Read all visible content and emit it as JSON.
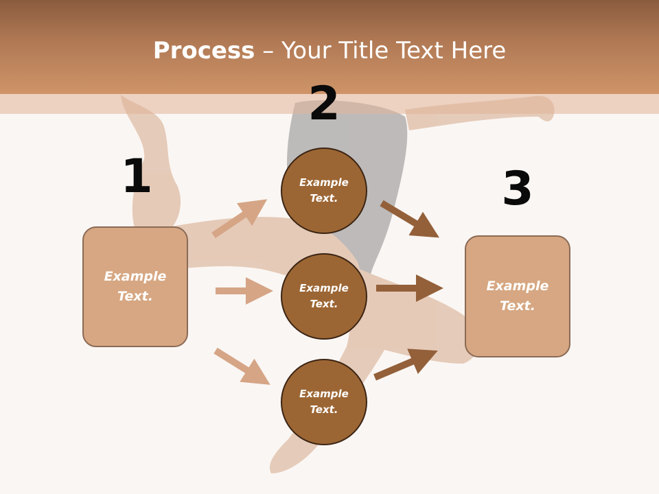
{
  "slide": {
    "title_bold": "Process",
    "title_rest": " – Your Title Text Here"
  },
  "colors": {
    "header_dark": "#8a5c3e",
    "header_light": "#cf9468",
    "box_fill": "#d6a782",
    "box_border": "#8a6a55",
    "circle_fill": "#9c6634",
    "circle_border": "#3a2414",
    "arrow_light": "#d5a586",
    "arrow_dark": "#93603a",
    "number_text": "#0a0a0a"
  },
  "steps": {
    "one": {
      "number": "1",
      "text": "Example Text."
    },
    "two": {
      "number": "2"
    },
    "three": {
      "number": "3",
      "text": "Example Text."
    }
  },
  "circles": [
    {
      "text": "Example Text."
    },
    {
      "text": "Example Text."
    },
    {
      "text": "Example Text."
    }
  ]
}
